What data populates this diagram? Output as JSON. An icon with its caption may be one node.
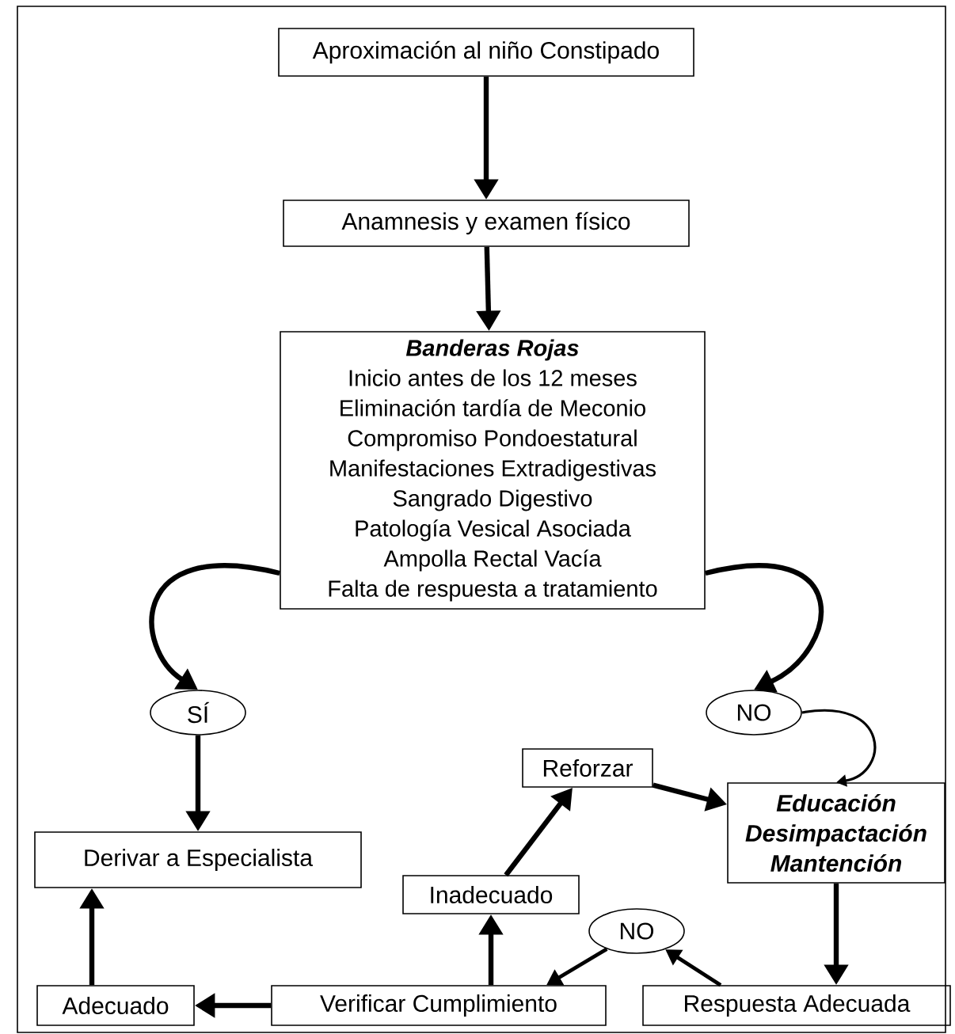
{
  "diagram": {
    "nodes": [
      {
        "text": [
          "Aproximación al niño Constipado"
        ]
      },
      {
        "text": [
          "Anamnesis y examen físico"
        ]
      },
      {
        "text": [
          "Banderas Rojas",
          "Inicio antes de los 12 meses",
          "Eliminación tardía de Meconio",
          "Compromiso Pondoestatural",
          "Manifestaciones Extradigestivas",
          "Sangrado Digestivo",
          "Patología Vesical Asociada",
          "Ampolla Rectal Vacía",
          "Falta de respuesta a tratamiento"
        ]
      },
      {
        "text": [
          "SÍ"
        ]
      },
      {
        "text": [
          "NO"
        ]
      },
      {
        "text": [
          "Reforzar"
        ]
      },
      {
        "text": [
          "Educación",
          "Desimpactación",
          "Mantención"
        ]
      },
      {
        "text": [
          "Derivar a Especialista"
        ]
      },
      {
        "text": [
          "Inadecuado"
        ]
      },
      {
        "text": [
          "NO"
        ]
      },
      {
        "text": [
          "Adecuado"
        ]
      },
      {
        "text": [
          "Verificar Cumplimiento"
        ]
      },
      {
        "text": [
          "Respuesta Adecuada"
        ]
      }
    ],
    "edges": [
      {
        "from": 0,
        "to": 1,
        "arrow": "to"
      },
      {
        "from": 1,
        "to": 2,
        "arrow": "to"
      },
      {
        "from": 2,
        "to": 3,
        "arrow": "to"
      },
      {
        "from": 2,
        "to": 4,
        "arrow": "to"
      },
      {
        "from": 4,
        "to": 6,
        "arrow": "to"
      },
      {
        "from": 3,
        "to": 7,
        "arrow": "to"
      },
      {
        "from": 5,
        "to": 6,
        "arrow": "to"
      },
      {
        "from": 8,
        "to": 5,
        "arrow": "to"
      },
      {
        "from": 6,
        "to": 12,
        "arrow": "to"
      },
      {
        "from": 12,
        "to": 9,
        "arrow": "to"
      },
      {
        "from": 9,
        "to": 11,
        "arrow": "to"
      },
      {
        "from": 11,
        "to": 8,
        "arrow": "to"
      },
      {
        "from": 11,
        "to": 10,
        "arrow": "to"
      },
      {
        "from": 10,
        "to": 7,
        "arrow": "to"
      }
    ]
  }
}
